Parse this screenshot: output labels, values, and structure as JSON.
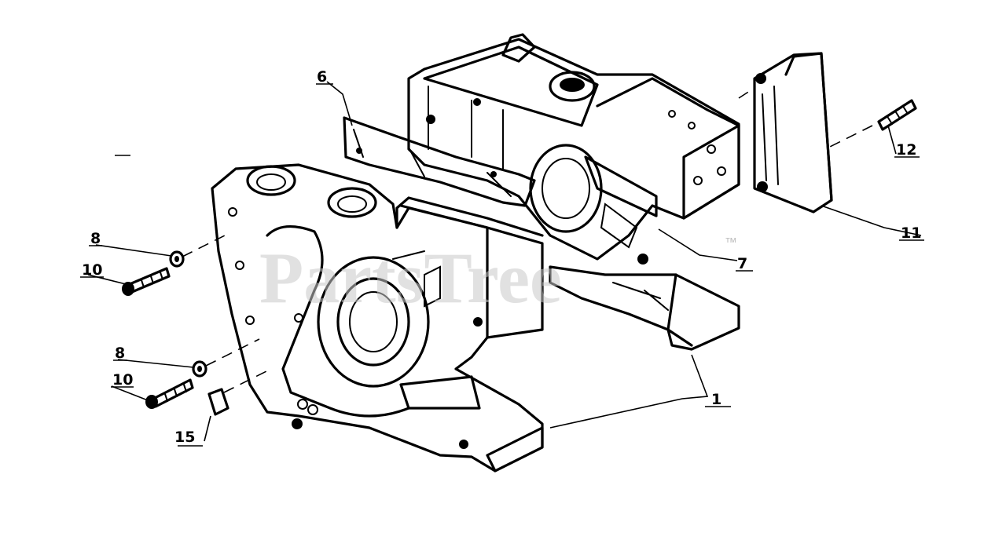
{
  "watermark": {
    "text": "PartsTree",
    "tm": "™"
  },
  "callouts": [
    {
      "id": "c6",
      "label": "6"
    },
    {
      "id": "c8a",
      "label": "8"
    },
    {
      "id": "c10a",
      "label": "10"
    },
    {
      "id": "c8b",
      "label": "8"
    },
    {
      "id": "c10b",
      "label": "10"
    },
    {
      "id": "c15",
      "label": "15"
    },
    {
      "id": "c7",
      "label": "7"
    },
    {
      "id": "c11",
      "label": "11"
    },
    {
      "id": "c12",
      "label": "12"
    },
    {
      "id": "c1",
      "label": "1"
    }
  ],
  "colors": {
    "ink": "#000000",
    "watermark": "#c8c8c8",
    "background": "#ffffff"
  }
}
